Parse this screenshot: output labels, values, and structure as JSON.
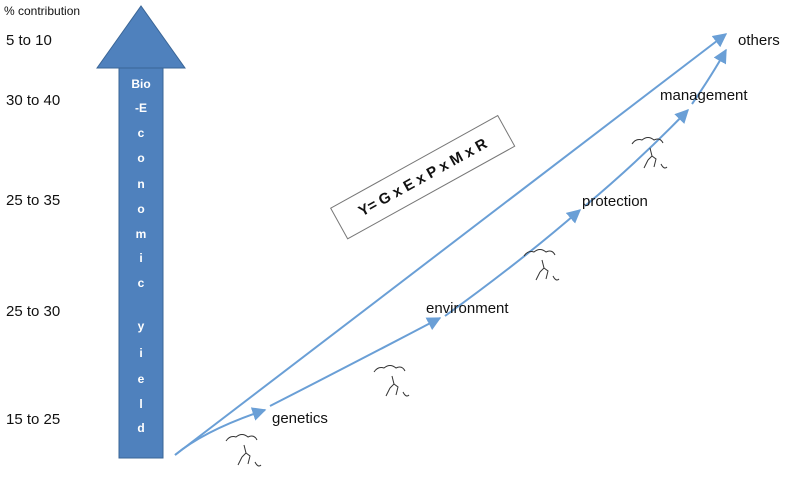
{
  "axis": {
    "title": "% contribution"
  },
  "contributions": [
    {
      "label": "5 to 10"
    },
    {
      "label": "30 to 40"
    },
    {
      "label": "25 to 35"
    },
    {
      "label": "25 to 30"
    },
    {
      "label": "15 to 25"
    }
  ],
  "arrow": {
    "letters": [
      "Bio",
      "-E",
      "c",
      "o",
      "n",
      "o",
      "m",
      "i",
      "c",
      "y",
      "i",
      "e",
      "l",
      "d"
    ],
    "color": "#4f81bd"
  },
  "formula": "Y= G x E x P x M x R",
  "stages": {
    "genetics": "genetics",
    "environment": "environment",
    "protection": "protection",
    "management": "management",
    "others": "others"
  },
  "line_color": "#6a9fd6"
}
